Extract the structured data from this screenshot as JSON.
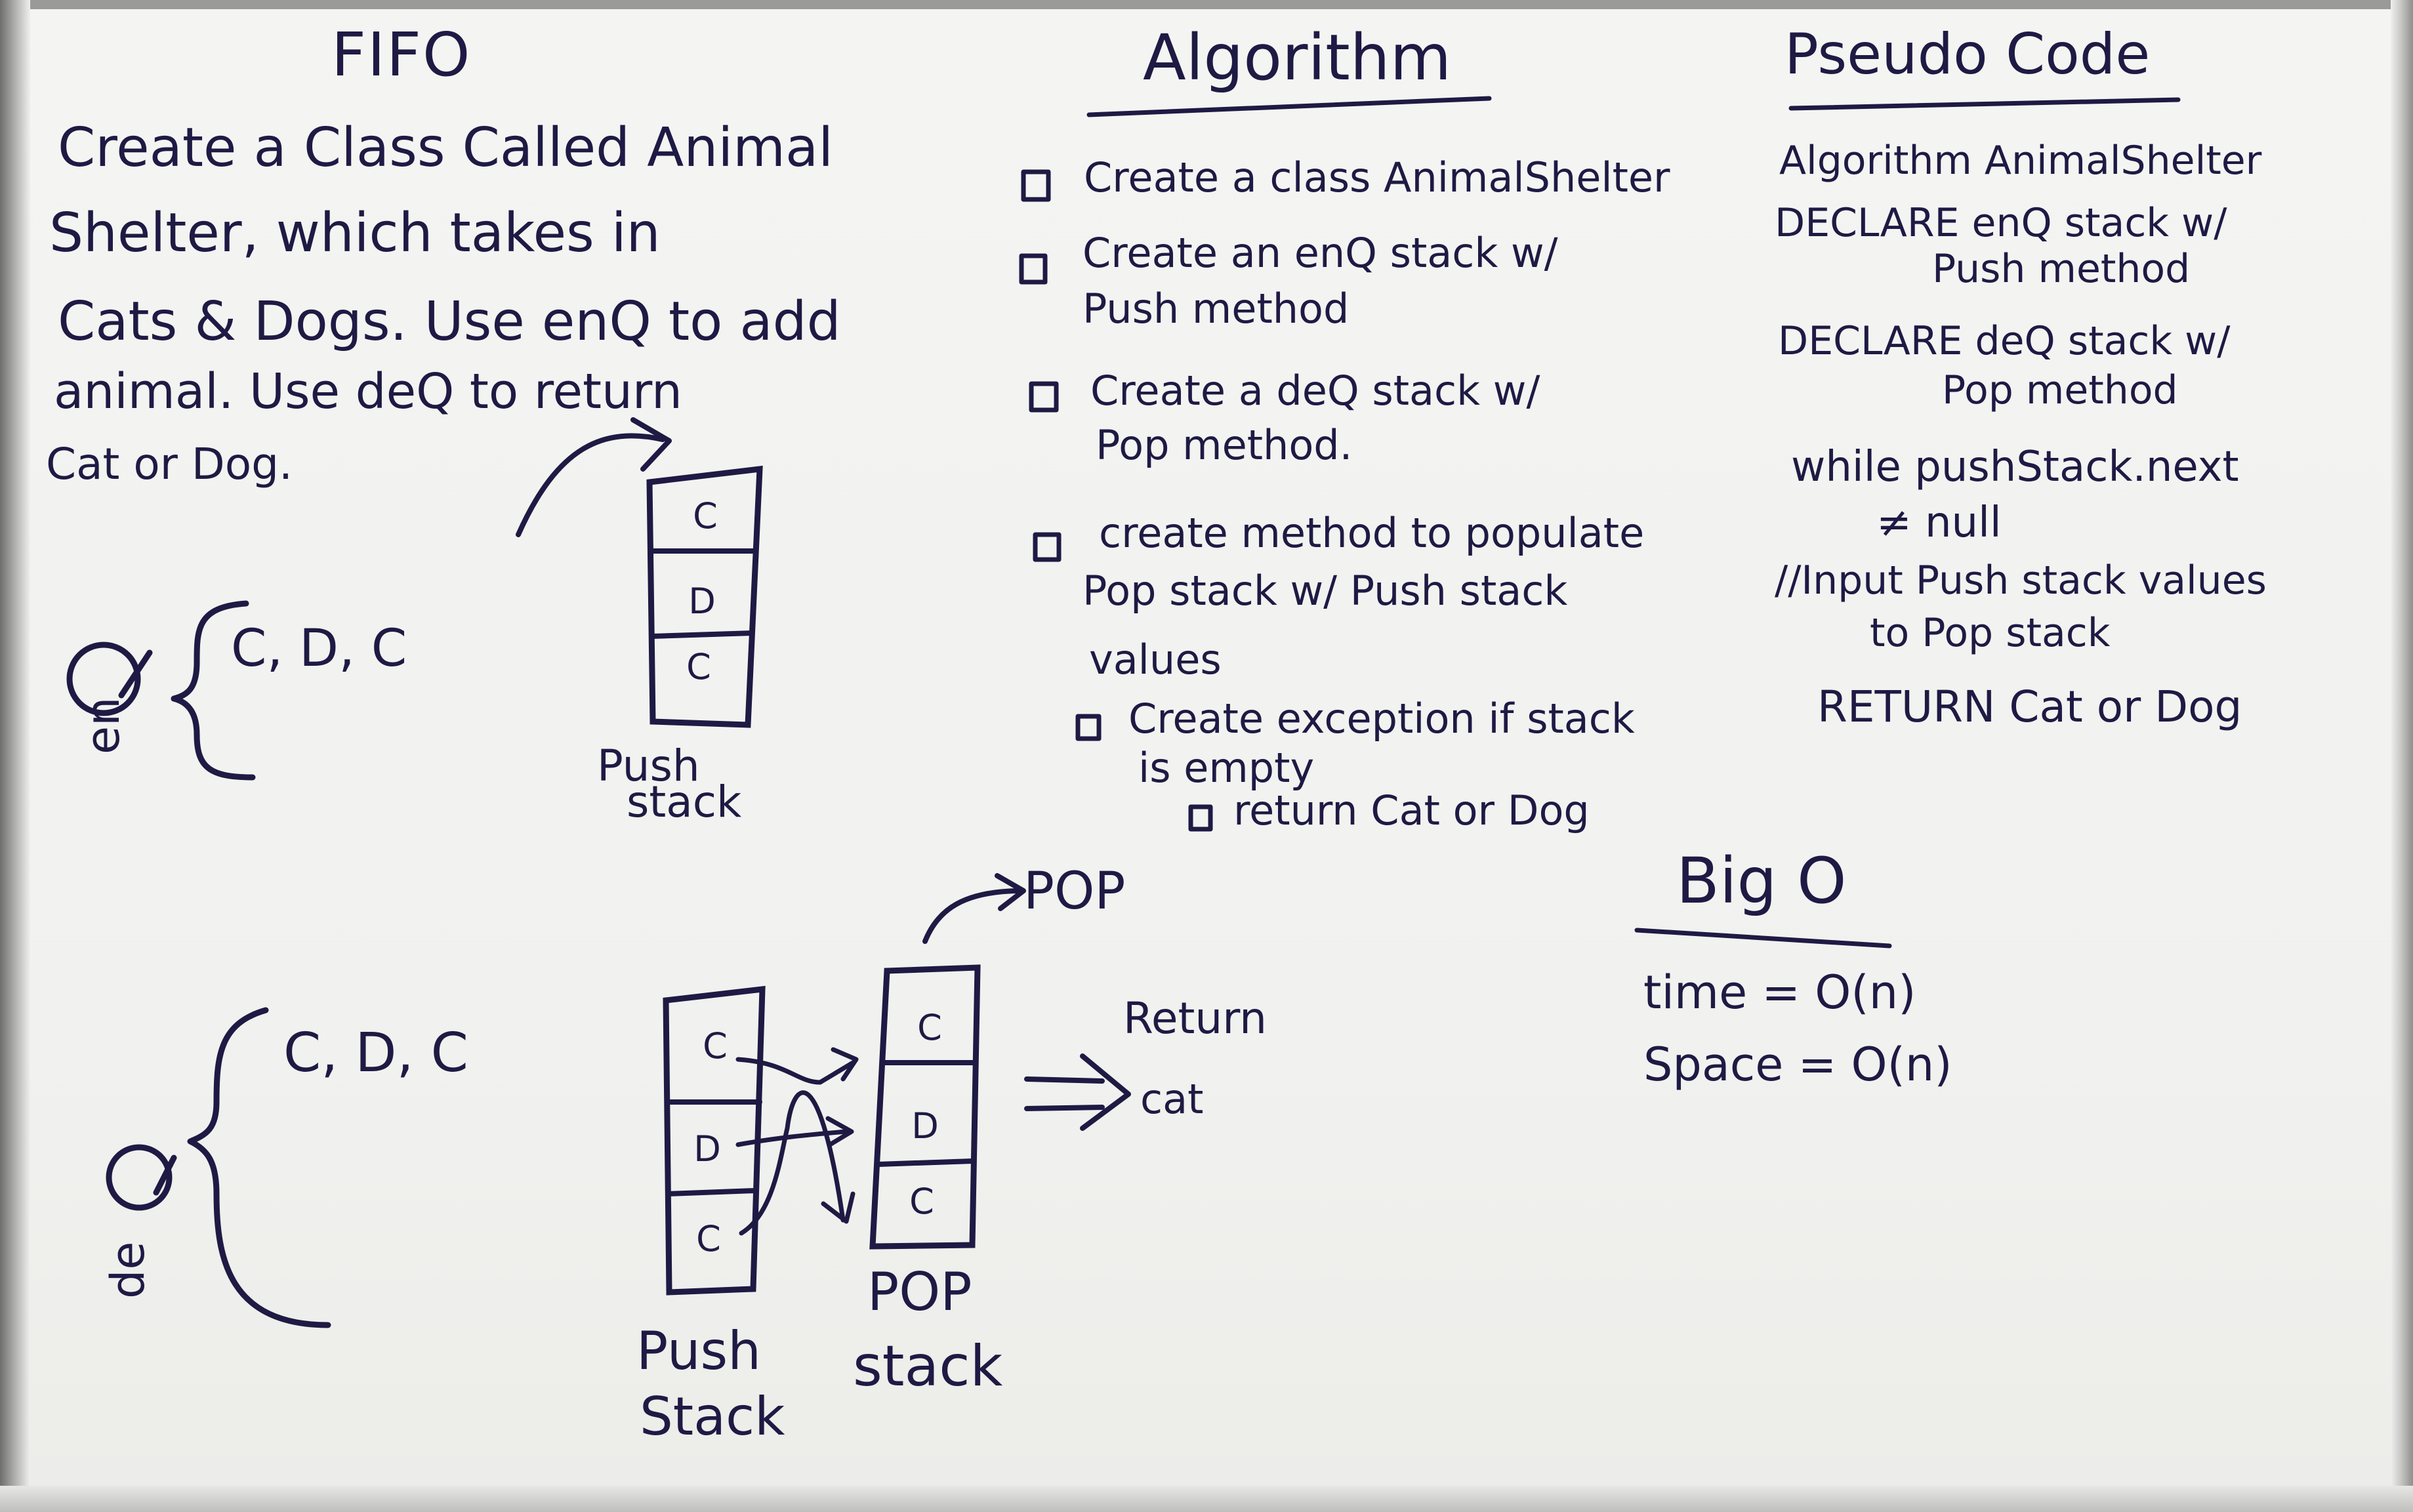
{
  "fifo": {
    "title": "FIFO"
  },
  "problem": {
    "lines": [
      "Create a Class Called Animal",
      "Shelter, which takes in",
      "Cats & Dogs. Use enQ to add",
      "animal. Use deQ to return",
      "Cat or Dog."
    ]
  },
  "enqueue": {
    "label_q": "Q",
    "label_en": "en",
    "values": "C, D, C",
    "stack_cells": [
      "C",
      "D",
      "C"
    ],
    "stack_label": [
      "Push",
      "stack"
    ]
  },
  "dequeue": {
    "label_q": "Q",
    "label_de": "de",
    "values": "C, D, C",
    "push_cells": [
      "C",
      "D",
      "C"
    ],
    "pop_cells": [
      "C",
      "D",
      "C"
    ],
    "push_label": [
      "Push",
      "Stack"
    ],
    "pop_label": [
      "POP",
      "stack"
    ],
    "pop_arrow_label": "POP",
    "return_label": "Return",
    "return_value": "cat"
  },
  "algorithm": {
    "title": "Algorithm",
    "items": [
      "Create a class AnimalShelter",
      "Create an enQ stack w/",
      "Push method",
      "Create a deQ stack w/",
      "Pop method.",
      "create method to populate",
      "Pop stack w/ Push stack",
      "values",
      "Create exception if stack",
      "is empty",
      "return Cat or Dog"
    ]
  },
  "pseudo": {
    "title": "Pseudo Code",
    "lines": [
      "Algorithm AnimalShelter",
      "DECLARE enQ stack w/",
      "Push method",
      "DECLARE deQ stack w/",
      "Pop method",
      "while pushStack.next",
      "≠ null",
      "//Input Push stack values",
      "to Pop stack",
      "RETURN Cat or Dog"
    ]
  },
  "bigo": {
    "title": "Big O",
    "time": "time = O(n)",
    "space": "Space = O(n)"
  }
}
